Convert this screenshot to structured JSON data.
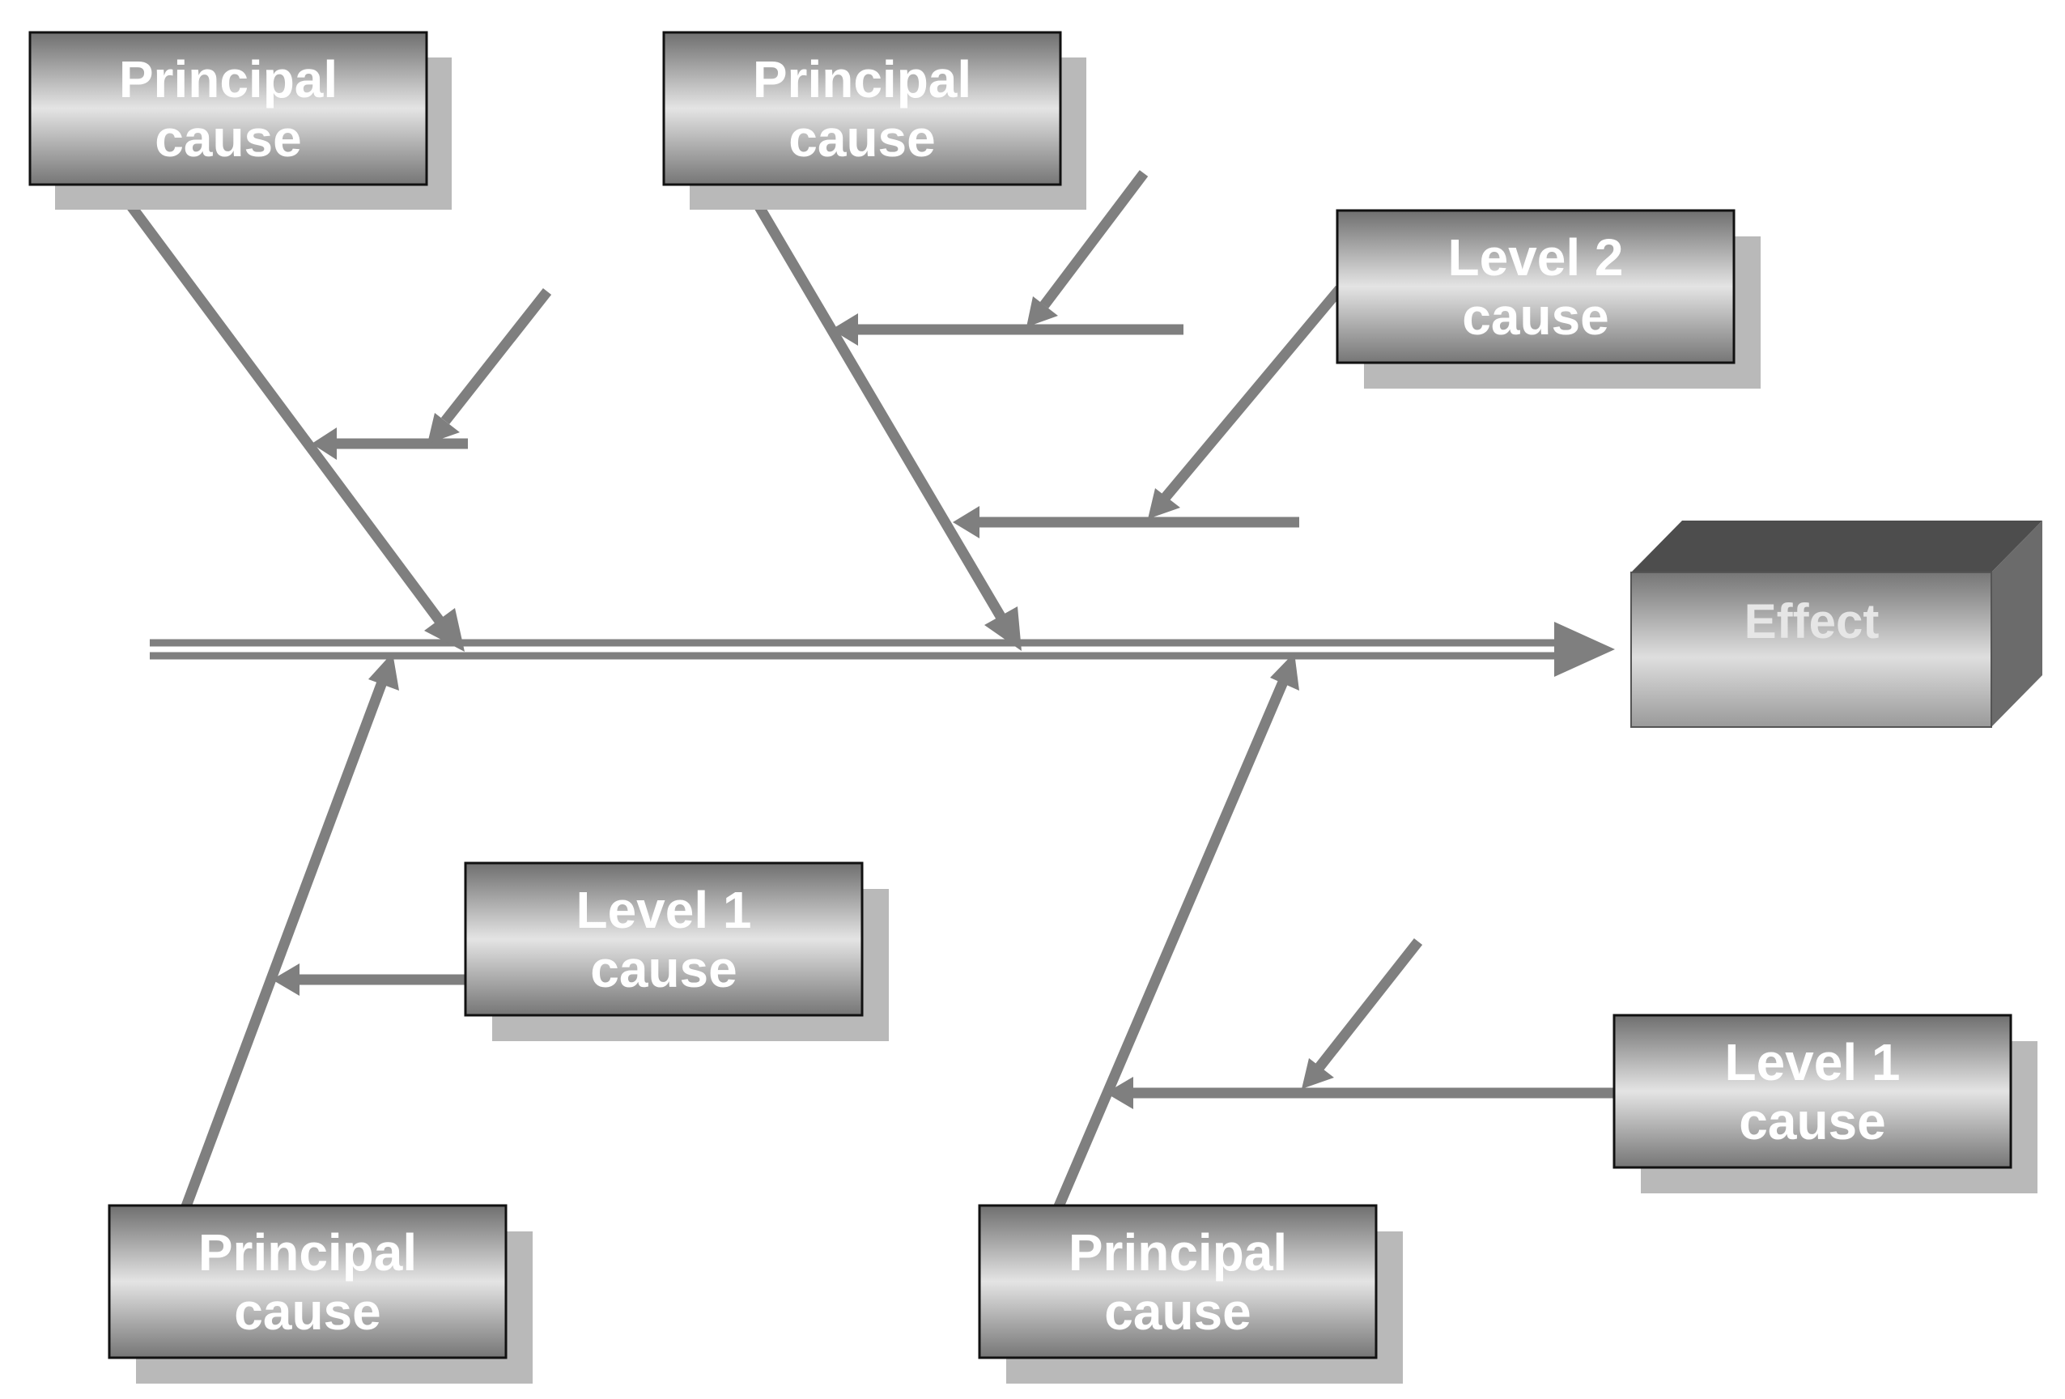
{
  "effect": {
    "label": "Effect"
  },
  "causes": [
    {
      "id": "principal-top-left",
      "lines": [
        "Principal",
        "cause"
      ]
    },
    {
      "id": "principal-top-middle",
      "lines": [
        "Principal",
        "cause"
      ]
    },
    {
      "id": "level2-top-right",
      "lines": [
        "Level 2",
        "cause"
      ]
    },
    {
      "id": "level1-bottom-left",
      "lines": [
        "Level 1",
        "cause"
      ]
    },
    {
      "id": "principal-bottom-left",
      "lines": [
        "Principal",
        "cause"
      ]
    },
    {
      "id": "principal-bottom-middle",
      "lines": [
        "Principal",
        "cause"
      ]
    },
    {
      "id": "level1-bottom-right",
      "lines": [
        "Level 1",
        "cause"
      ]
    }
  ],
  "colors": {
    "line": "#7f7f7f",
    "box_light": "#e4e4e4",
    "box_dark": "#7a7a7a",
    "shadow": "#b9b9b9",
    "effect_top": "#4d4d4d",
    "effect_side": "#6b6b6b"
  }
}
